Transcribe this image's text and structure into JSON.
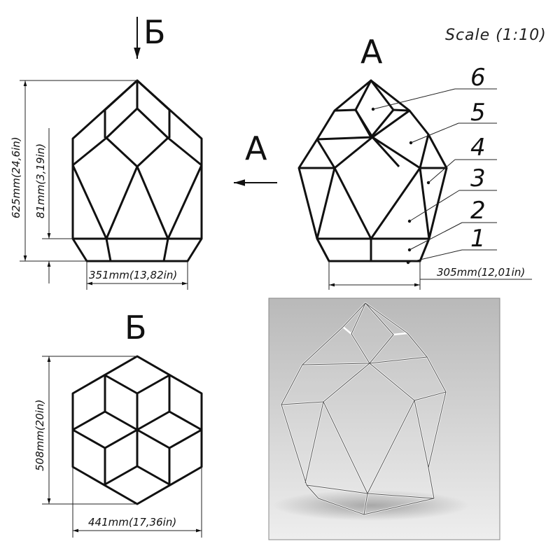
{
  "scale_label": "Scale (1:10)",
  "views": {
    "front": {
      "arrow_label": "Б",
      "height_dim": "625mm(24,6in)",
      "base_height_dim": "81mm(3,19in)",
      "width_dim": "351mm(13,82in)"
    },
    "side": {
      "title": "A",
      "arrow_label": "A",
      "width_dim": "305mm(12,01in)",
      "callouts": [
        "6",
        "5",
        "4",
        "3",
        "2",
        "1"
      ]
    },
    "top": {
      "title": "Б",
      "height_dim": "508mm(20in)",
      "width_dim": "441mm(17,36in)"
    }
  },
  "render": {
    "bg_top": "#b9b9b9",
    "bg_bottom": "#eeeeee"
  }
}
